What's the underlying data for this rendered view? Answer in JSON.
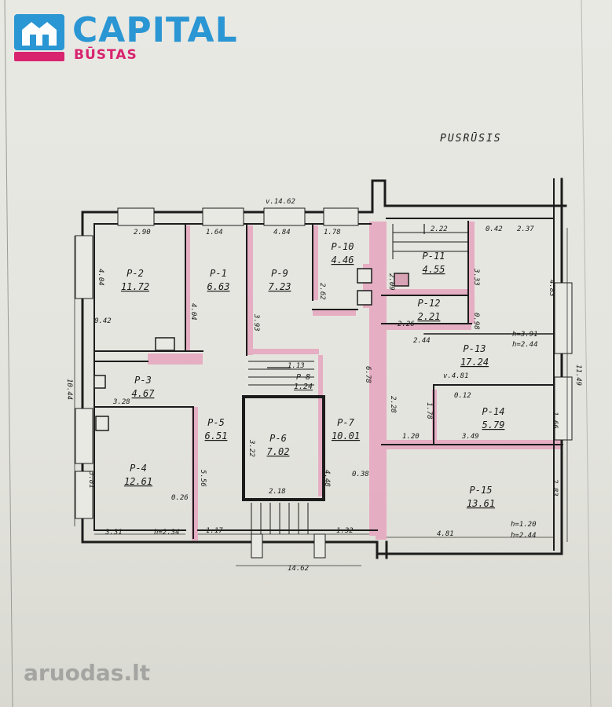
{
  "brand": {
    "name": "CAPITAL",
    "sub": "BŪSTAS"
  },
  "title": "PUSRŪSIS",
  "watermark": "aruodas.lt",
  "rooms": [
    {
      "id": "P-2",
      "area": "11.72"
    },
    {
      "id": "P-1",
      "area": "6.63"
    },
    {
      "id": "P-9",
      "area": "7.23"
    },
    {
      "id": "P-10",
      "area": "4.46"
    },
    {
      "id": "P-11",
      "area": "4.55"
    },
    {
      "id": "P-12",
      "area": "2.21"
    },
    {
      "id": "P-13",
      "area": "17.24"
    },
    {
      "id": "P-3",
      "area": "4.67"
    },
    {
      "id": "P-8",
      "area": "1.24"
    },
    {
      "id": "P-5",
      "area": "6.51"
    },
    {
      "id": "P-6",
      "area": "7.02"
    },
    {
      "id": "P-7",
      "area": "10.01"
    },
    {
      "id": "P-14",
      "area": "5.79"
    },
    {
      "id": "P-4",
      "area": "12.61"
    },
    {
      "id": "P-15",
      "area": "13.61"
    }
  ],
  "dims": [
    "v.14.62",
    "2.90",
    "1.64",
    "4.84",
    "1.78",
    "2.22",
    "0.42",
    "2.37",
    "4.04",
    "4.04",
    "0.42",
    "3.93",
    "2.62",
    "2.09",
    "3.33",
    "4.83",
    "0.98",
    "2.26",
    "2.44",
    "h=3.91",
    "h=2.44",
    "v.4.81",
    "0.12",
    "1.78",
    "1.66",
    "2.28",
    "6.78",
    "1.13",
    "3.28",
    "10.44",
    "11.49",
    "1.20",
    "3.49",
    "3.22",
    "4.48",
    "0.38",
    "5.56",
    "3.81",
    "0.26",
    "2.18",
    "2.83",
    "3.31",
    "h=2.34",
    "1.17",
    "1.32",
    "4.81",
    "h=1.20",
    "h=2.44",
    "14.62"
  ]
}
